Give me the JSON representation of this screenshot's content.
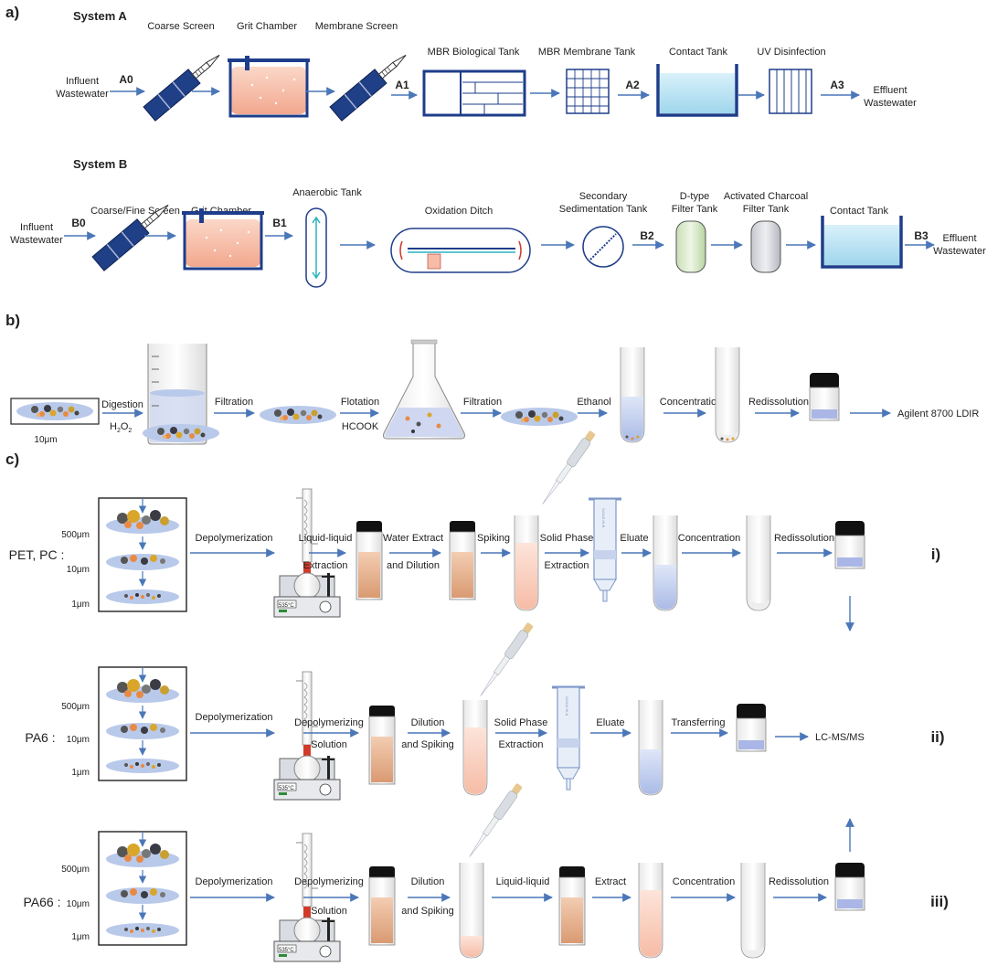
{
  "panels": {
    "a": "a)",
    "b": "b)",
    "c": "c)"
  },
  "system_a": {
    "title": "System A",
    "influent": [
      "Influent",
      "Wastewater"
    ],
    "effluent": [
      "Effluent",
      "Wastewater"
    ],
    "points": [
      "A0",
      "A1",
      "A2",
      "A3"
    ],
    "steps": [
      "Coarse Screen",
      "Grit Chamber",
      "Membrane Screen",
      "MBR Biological Tank",
      "MBR Membrane Tank",
      "Contact Tank",
      "UV Disinfection"
    ]
  },
  "system_b": {
    "title": "System B",
    "influent": [
      "Influent",
      "Wastewater"
    ],
    "effluent": [
      "Effluent",
      "Wastewater"
    ],
    "points": [
      "B0",
      "B1",
      "B2",
      "B3"
    ],
    "steps": {
      "screen": "Coarse/Fine Screen",
      "grit": "Grit Chamber",
      "anaerobic": "Anaerobic Tank",
      "ditch": "Oxidation Ditch",
      "sedimentation": [
        "Secondary",
        "Sedimentation Tank"
      ],
      "dtype": [
        "D-type",
        "Filter Tank"
      ],
      "charcoal": [
        "Activated Charcoal",
        "Filter Tank"
      ],
      "contact": "Contact Tank"
    }
  },
  "panel_b": {
    "size": "10μm",
    "digestion": "Digestion",
    "h2o2": "H",
    "h2o2_sub": "2",
    "h2o2_o": "O",
    "filtration1": "Filtration",
    "flotation": "Flotation",
    "hcook": "HCOOK",
    "filtration2": "Filtration",
    "ethanol": "Ethanol",
    "concentration": "Concentration",
    "redissolution": "Redissolution",
    "instrument": "Agilent 8700 LDIR"
  },
  "panel_c": {
    "sizes": [
      "500μm",
      "10μm",
      "1μm"
    ],
    "heater_display": "535°C",
    "row1": {
      "sample": "PET, PC :",
      "roman": "i)",
      "steps": [
        "Depolymerization",
        "Liquid-liquid",
        "Extraction",
        "Water Extract",
        "and Dilution",
        "Spiking",
        "Solid Phase",
        "Extraction",
        "Eluate",
        "Concentration",
        "Redissolution"
      ]
    },
    "row2": {
      "sample": "PA6 :",
      "roman": "ii)",
      "steps": [
        "Depolymerization",
        "Depolymerizing",
        "Solution",
        "Dilution",
        "and Spiking",
        "Solid Phase",
        "Extraction",
        "Eluate",
        "Transferring"
      ],
      "instrument": "LC-MS/MS"
    },
    "row3": {
      "sample": "PA66 :",
      "roman": "iii)",
      "steps": [
        "Depolymerization",
        "Depolymerizing",
        "Solution",
        "Dilution",
        "and Spiking",
        "Liquid-liquid",
        "Extract",
        "Concentration",
        "Redissolution"
      ]
    }
  },
  "colors": {
    "arrow": "#4a77b8",
    "tank": "#1e3d8a",
    "screen": "#1f3f86",
    "sludge": "#f6c4b2",
    "water": "#bfe4f2"
  }
}
